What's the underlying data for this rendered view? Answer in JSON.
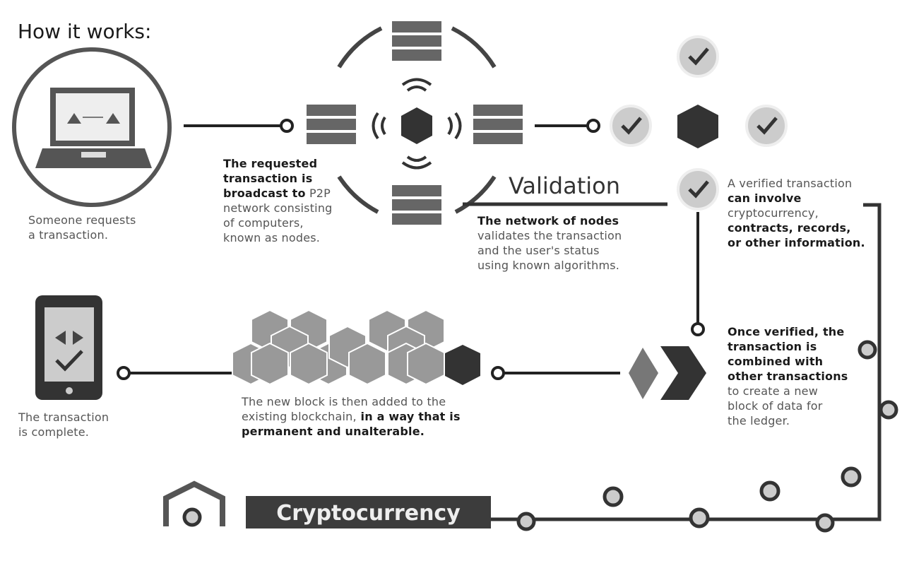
{
  "title": "How it works:",
  "steps": {
    "request": {
      "line1": "Someone requests",
      "line2": "a transaction."
    },
    "broadcast": {
      "bold_lines": [
        "The requested",
        "transaction is",
        "broadcast to"
      ],
      "inline_light": "P2P",
      "light_lines": [
        "network consisting",
        "of computers,",
        "known as nodes."
      ]
    },
    "validation": {
      "heading": "Validation",
      "bold_line": "The network of nodes",
      "light_lines": [
        "validates the transaction",
        "and the user's status",
        "using known algorithms."
      ]
    },
    "verified": {
      "lines": [
        "A verified transaction",
        "can involve",
        "cryptocurrency,",
        "contracts, records,",
        "or other information."
      ]
    },
    "combined": {
      "bold_lines": [
        "Once verified, the",
        "transaction is",
        "combined with",
        "other transactions"
      ],
      "light_lines": [
        "to create a new",
        "block of data for",
        "the ledger."
      ]
    },
    "added": {
      "light_lines": [
        "The new block is then added to the"
      ],
      "mixed_light": "existing blockchain,",
      "mixed_bold": " in a way that is",
      "bold_lines": [
        "permanent and unalterable."
      ]
    },
    "complete": {
      "line1": "The transaction",
      "line2": "is complete."
    }
  },
  "footer_label": "Cryptocurrency",
  "colors": {
    "dark": "#3c3c3c",
    "line": "#222222",
    "mid": "#777777"
  }
}
